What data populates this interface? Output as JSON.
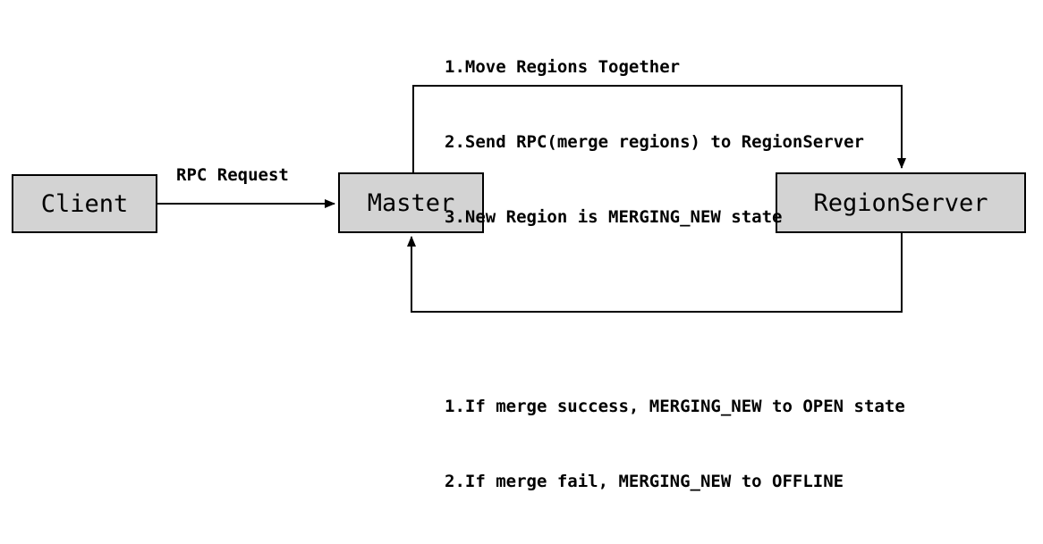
{
  "nodes": {
    "client": "Client",
    "master": "Master",
    "regionserver": "RegionServer"
  },
  "edges": {
    "rpc_request": "RPC Request"
  },
  "notes": {
    "top": [
      "1.Move Regions Together",
      "2.Send RPC(merge regions) to RegionServer",
      "3.New Region is MERGING_NEW state"
    ],
    "bottom": [
      "1.If merge success, MERGING_NEW to OPEN state",
      "2.If merge fail, MERGING_NEW to OFFLINE"
    ]
  }
}
